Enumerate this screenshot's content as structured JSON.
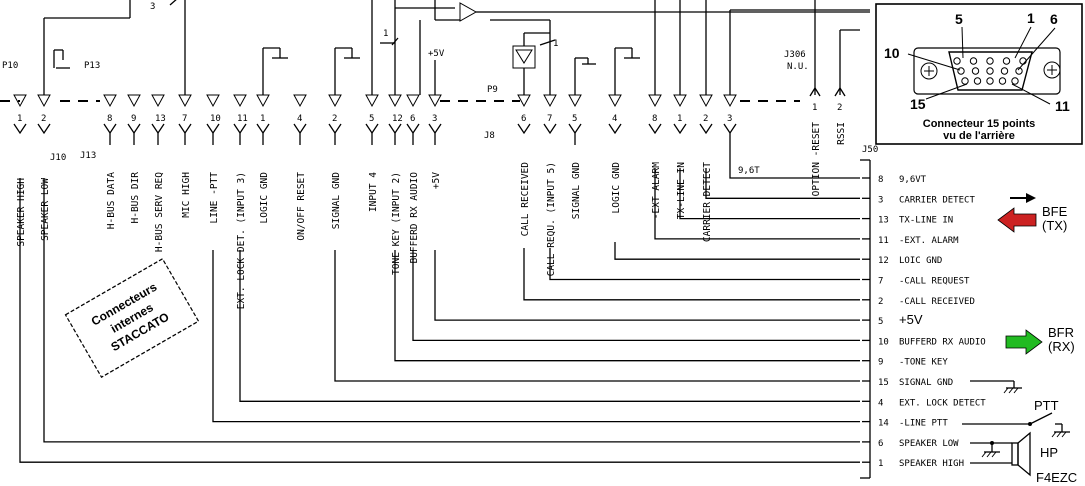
{
  "connectors": {
    "p10": "P10",
    "j10": "J10",
    "p13": "P13",
    "j13": "J13",
    "p9": "P9",
    "j8": "J8",
    "j306": "J306",
    "nu": "N.U.",
    "j50": "J50"
  },
  "p10_pins": [
    "1",
    "2"
  ],
  "p13_pins": [
    "8",
    "9",
    "13",
    "7",
    "10",
    "11",
    "1",
    "4",
    "2",
    "5",
    "12",
    "6",
    "3"
  ],
  "p9_pins": [
    "6",
    "7",
    "5",
    "4",
    "8",
    "1",
    "2",
    "3"
  ],
  "j306_pins": [
    "1",
    "2"
  ],
  "left_labels": [
    "SPEAKER HIGH",
    "SPEAKER LOW"
  ],
  "j13_labels": [
    "H-BUS DATA",
    "H-BUS DIR",
    "H-BUS SERV REQ",
    "MIC HIGH",
    "LINE -PTT",
    "EXT. LOCK DET. (INPUT 3)",
    "LOGIC GND",
    "ON/OFF RESET",
    "SIGNAL GND",
    "INPUT 4",
    "TONE KEY (INPUT 2)",
    "BUFFERD RX AUDIO",
    "+5V"
  ],
  "j8_labels": [
    "CALL RECEIVED",
    "CALL REQU. (INPUT 5)",
    "SIGNAL GND",
    "LOGIC GND",
    "-EXT ALARM",
    "TX-LINE IN",
    "CARRIER DETECT"
  ],
  "j306_labels": [
    "OPTION -RESET",
    "RSSI"
  ],
  "top_labels": {
    "plus5v": "+5V",
    "bus3": "3",
    "one_a": "1",
    "one_b": "1",
    "v96": "9,6T"
  },
  "j50_rows": [
    {
      "pin": "8",
      "name": "9,6VT"
    },
    {
      "pin": "3",
      "name": "CARRIER DETECT"
    },
    {
      "pin": "13",
      "name": "TX-LINE IN"
    },
    {
      "pin": "11",
      "name": "-EXT. ALARM"
    },
    {
      "pin": "12",
      "name": "LOIC GND"
    },
    {
      "pin": "7",
      "name": "-CALL REQUEST"
    },
    {
      "pin": "2",
      "name": "-CALL RECEIVED"
    },
    {
      "pin": "5",
      "name": "+5V"
    },
    {
      "pin": "10",
      "name": "BUFFERD RX AUDIO"
    },
    {
      "pin": "9",
      "name": "-TONE KEY"
    },
    {
      "pin": "15",
      "name": "SIGNAL GND"
    },
    {
      "pin": "4",
      "name": "EXT. LOCK DETECT"
    },
    {
      "pin": "14",
      "name": "-LINE PTT"
    },
    {
      "pin": "6",
      "name": "SPEAKER LOW"
    },
    {
      "pin": "1",
      "name": "SPEAKER HIGH"
    }
  ],
  "annotations": {
    "bfe": "BFE",
    "tx": "(TX)",
    "bfr": "BFR",
    "rx": "(RX)",
    "ptt": "PTT",
    "hp": "HP",
    "author": "F4EZC",
    "stamp1": "Connecteurs",
    "stamp2": "internes",
    "stamp3": "STACCATO"
  },
  "inset": {
    "title1": "Connecteur 15 points",
    "title2": "vu de l'arrière",
    "n5": "5",
    "n1": "1",
    "n6": "6",
    "n10": "10",
    "n15": "15",
    "n11": "11"
  },
  "colors": {
    "red_arrow": "#cc2222",
    "green_arrow": "#22bb22"
  }
}
